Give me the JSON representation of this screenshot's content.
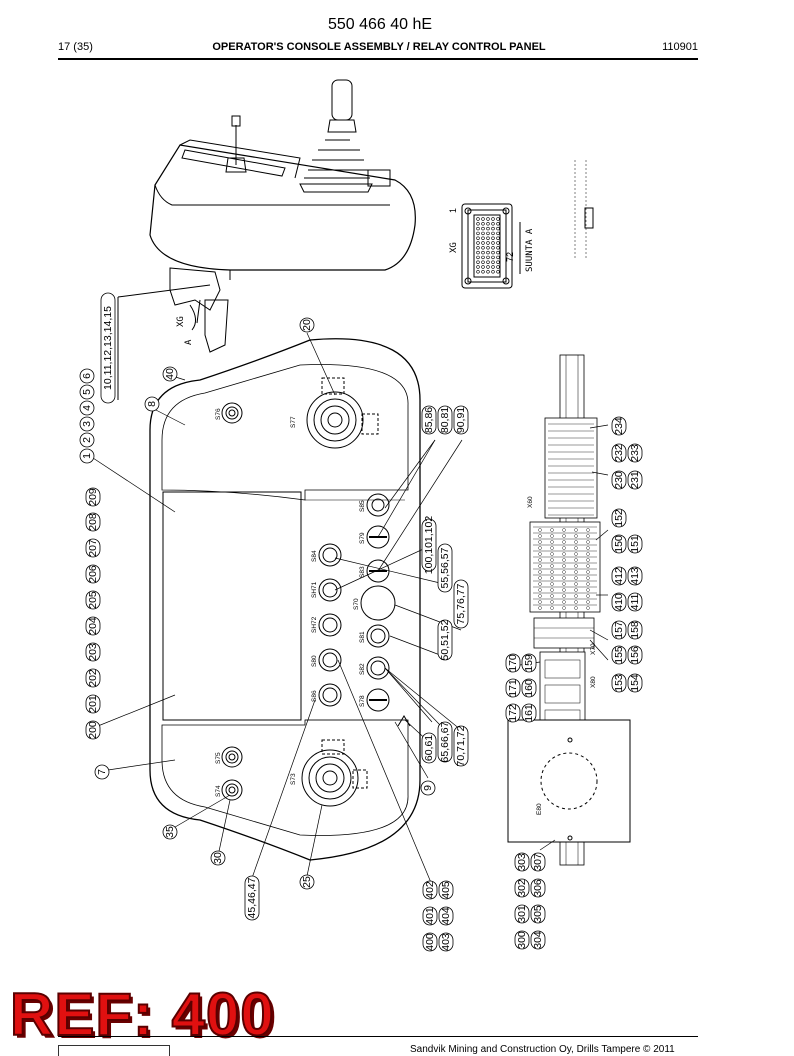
{
  "header": {
    "doc_number": "550 466 40 hE",
    "page": "17 (35)",
    "title": "OPERATOR'S CONSOLE ASSEMBLY / RELAY CONTROL PANEL",
    "date_code": "110901"
  },
  "footer": {
    "company": "Sandvik Mining and Construction Oy, Drills Tampere © 2011"
  },
  "stamp": {
    "text": "REF: 400"
  },
  "callouts": {
    "c1": "1",
    "c2": "2",
    "c3": "3",
    "c4": "4",
    "c5": "5",
    "c6": "6",
    "c10_15": "10,11,12,13,14,15",
    "c40": "40",
    "c8": "8",
    "c20": "20",
    "c85": "85,86",
    "c80": "80,81",
    "c90": "90,91",
    "c100": "100,101,102",
    "c55": "55,56,57",
    "c75": "75,76,77",
    "c50": "50,51,52",
    "c60": "60,61",
    "c65": "65,66,67",
    "c70": "70,71,72",
    "c9": "9",
    "c7": "7",
    "c35": "35",
    "c30": "30",
    "c25": "25",
    "c45": "45,46,47",
    "c200": "200",
    "c201": "201",
    "c202": "202",
    "c203": "203",
    "c204": "204",
    "c205": "205",
    "c206": "206",
    "c207": "207",
    "c208": "208",
    "c209": "209",
    "c400": "400",
    "c401": "401",
    "c402": "402",
    "c403": "403",
    "c404": "404",
    "c405": "405",
    "c300": "300",
    "c301": "301",
    "c302": "302",
    "c303": "303",
    "c304": "304",
    "c305": "305",
    "c306": "306",
    "c307": "307",
    "c170": "170",
    "c171": "171",
    "c172": "172",
    "c159": "159",
    "c160": "160",
    "c161": "161",
    "c153": "153",
    "c154": "154",
    "c155": "155",
    "c156": "156",
    "c157": "157",
    "c158": "158",
    "c410": "410",
    "c411": "411",
    "c412": "412",
    "c413": "413",
    "c150": "150",
    "c151": "151",
    "c152": "152",
    "c230": "230",
    "c231": "231",
    "c232": "232",
    "c233": "233",
    "c234": "234"
  },
  "labels": {
    "s76": "S76",
    "s77": "S77",
    "s75": "S75",
    "s74": "S74",
    "s73": "S73",
    "s79": "S79",
    "s84": "S84",
    "s83": "S83",
    "sh71": "SH71",
    "s70": "S70",
    "sh72": "SH72",
    "s81": "S81",
    "s80": "S80",
    "s82": "S82",
    "s86": "S86",
    "s78": "S78",
    "s85": "S85",
    "xg": "XG",
    "xg2": "XG",
    "arrow_a": "A",
    "suunta_a": "SUUNTA A",
    "pin1": "1",
    "pin72": "72",
    "x60": "X60",
    "x70": "X70",
    "x80": "X80",
    "e80": "E80"
  }
}
